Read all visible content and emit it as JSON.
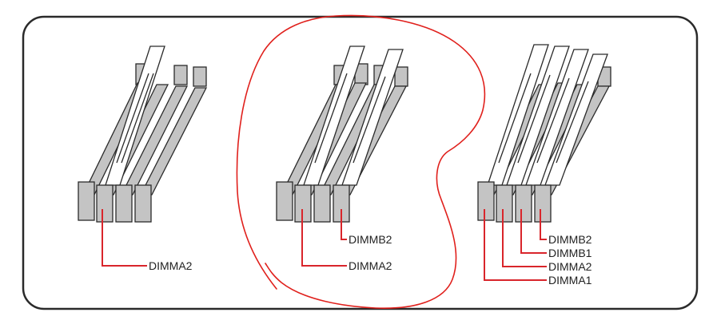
{
  "configurations": [
    {
      "id": "single-module",
      "labels": [
        "DIMMA2"
      ]
    },
    {
      "id": "dual-module",
      "labels": [
        "DIMMB2",
        "DIMMA2"
      ]
    },
    {
      "id": "quad-module",
      "labels": [
        "DIMMB2",
        "DIMMB1",
        "DIMMA2",
        "DIMMA1"
      ]
    }
  ],
  "colors": {
    "border": "#2a2a2a",
    "leader_line": "#d9252b",
    "annotation_circle": "#e0201c",
    "slot_fill": "#c4c4c4",
    "slot_stroke": "#2a2a2a",
    "module_fill": "#ffffff"
  }
}
